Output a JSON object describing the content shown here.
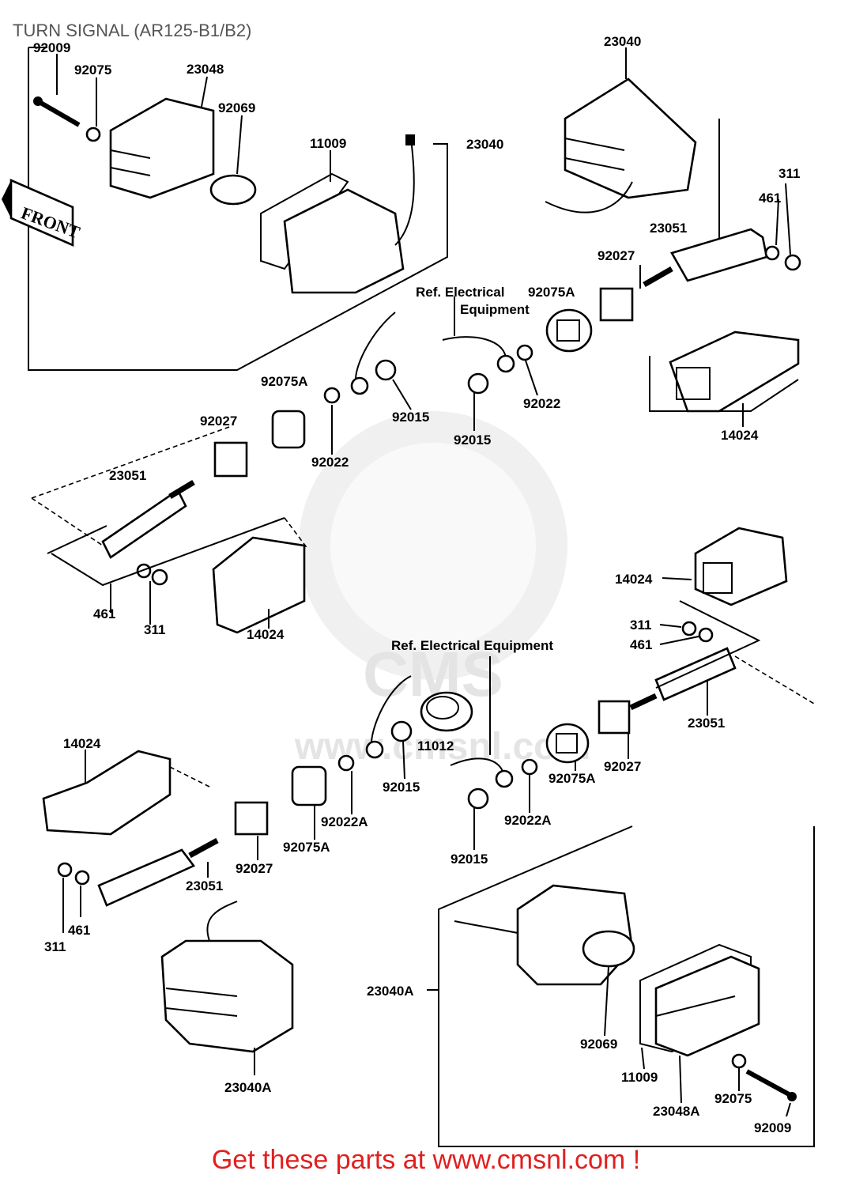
{
  "title": "TURN SIGNAL (AR125-B1/B2)",
  "footer": {
    "text": "Get these parts at www.cmsnl.com !"
  },
  "watermark": {
    "text": "CMS",
    "url": "www.cmsnl.com"
  },
  "badge": {
    "text": "FRONT"
  },
  "references": [
    "Ref.  Electrical",
    "Equipment",
    "Ref. Electrical Equipment"
  ],
  "labels": [
    "92009",
    "92075",
    "23048",
    "92069",
    "11009",
    "23040",
    "23040",
    "311",
    "461",
    "23051",
    "92027",
    "92075A",
    "92075A",
    "92015",
    "92015",
    "92022",
    "92022",
    "92027",
    "14024",
    "23051",
    "461",
    "311",
    "14024",
    "14024",
    "311",
    "461",
    "23051",
    "14024",
    "11012",
    "92015",
    "92027",
    "92075A",
    "92022A",
    "92022A",
    "92075A",
    "92015",
    "92027",
    "23051",
    "461",
    "311",
    "23040A",
    "23040A",
    "92069",
    "11009",
    "23048A",
    "92075",
    "92009"
  ]
}
